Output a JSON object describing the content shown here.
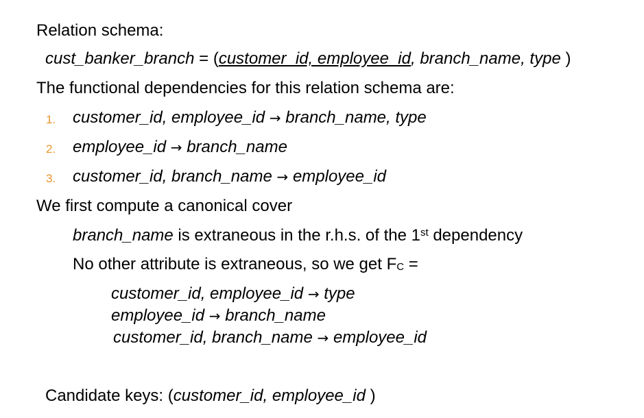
{
  "heading": "Relation schema:",
  "schema": {
    "name": "cust_banker_branch",
    "equals_open": " = (",
    "key_attrs": "customer_id, employee_id",
    "sep": ", ",
    "other_attrs": "branch_name, type",
    "close": " )"
  },
  "fd_intro": "The functional dependencies for this relation schema are:",
  "dependencies": [
    {
      "number": "1.",
      "lhs": "customer_id, employee_id",
      "arrow": "→",
      "rhs": "branch_name, type"
    },
    {
      "number": "2.",
      "lhs": "employee_id",
      "arrow": "→",
      "rhs": "branch_name"
    },
    {
      "number": "3.",
      "lhs": "customer_id, branch_name",
      "arrow": "→",
      "rhs": "employee_id"
    }
  ],
  "canonical_intro": "We first compute a canonical cover",
  "extraneous_note": {
    "attr": "branch_name",
    "text": " is extraneous in the r.h.s. of the 1",
    "sup": "st",
    "text_end": " dependency"
  },
  "no_other": {
    "text": "No other attribute is extraneous, so we get F",
    "sub": "C",
    "text_end": " ="
  },
  "canonical_cover": [
    {
      "lhs": "customer_id, employee_id",
      "arrow": "→",
      "rhs": "type"
    },
    {
      "lhs": "employee_id",
      "arrow": "→",
      "rhs": "branch_name"
    },
    {
      "lhs": "customer_id, branch_name",
      "arrow": "→",
      "rhs": "employee_id"
    }
  ],
  "candidate_keys": {
    "label": "Candidate keys:  (",
    "value": "customer_id, employee_id",
    "close": " )"
  },
  "colors": {
    "text": "#000000",
    "list_number": "#e8962e"
  }
}
